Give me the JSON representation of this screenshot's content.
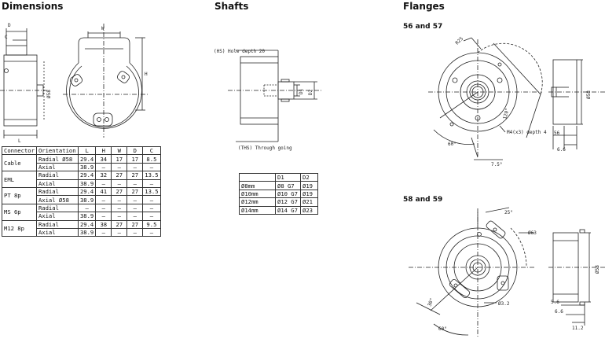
{
  "sections": {
    "dimensions": "Dimensions",
    "shafts": "Shafts",
    "flanges": "Flanges"
  },
  "flange_groups": [
    "56 and 57",
    "58 and 59"
  ],
  "dimensions_drawing": {
    "labels": {
      "d": "D",
      "c": "C",
      "l": "L",
      "w": "W",
      "h": "H",
      "dia": "Ø58"
    }
  },
  "shafts_drawing": {
    "hole_note": "(HS) Hole depth 20",
    "through_note": "(THS) Through going",
    "d1": "D1",
    "d2": "D2"
  },
  "flange_56_57": {
    "labels": {
      "r25": "R25",
      "ang120": "120°",
      "m4": "M4(x3) depth 4",
      "ang60": "60°",
      "ang75": "7.5°",
      "dia58": "Ø58",
      "d56": "56",
      "d66": "6.6"
    }
  },
  "flange_58_59": {
    "labels": {
      "ang25": "25°",
      "dia63": "Ø63",
      "ang30": "30°",
      "ang60": "60°",
      "dia32": "Ø3.2",
      "d56": "5.6",
      "d66": "6.6",
      "d112": "11.2",
      "dia58": "Ø58"
    }
  },
  "dimensions_table": {
    "headers": [
      "Connector",
      "Orientation",
      "L",
      "H",
      "W",
      "D",
      "C"
    ],
    "groups": [
      {
        "connector": "Cable",
        "rows": [
          {
            "orientation": "Radial Ø58",
            "values": [
              "29.4",
              "34",
              "17",
              "17",
              "8.5"
            ]
          },
          {
            "orientation": "Axial",
            "values": [
              "38.9",
              "–",
              "–",
              "–",
              "–"
            ]
          }
        ]
      },
      {
        "connector": "EML",
        "rows": [
          {
            "orientation": "Radial",
            "values": [
              "29.4",
              "32",
              "27",
              "27",
              "13.5"
            ]
          },
          {
            "orientation": "Axial",
            "values": [
              "38.9",
              "–",
              "–",
              "–",
              "–"
            ]
          }
        ]
      },
      {
        "connector": "PT 8p",
        "rows": [
          {
            "orientation": "Radial",
            "values": [
              "29.4",
              "41",
              "27",
              "27",
              "13.5"
            ]
          },
          {
            "orientation": "Axial Ø58",
            "values": [
              "38.9",
              "–",
              "–",
              "–",
              "–"
            ]
          }
        ]
      },
      {
        "connector": "MS 6p",
        "rows": [
          {
            "orientation": "Radial",
            "values": [
              "–",
              "–",
              "–",
              "–",
              "–"
            ]
          },
          {
            "orientation": "Axial",
            "values": [
              "38.9",
              "–",
              "–",
              "–",
              "–"
            ]
          }
        ]
      },
      {
        "connector": "M12 8p",
        "rows": [
          {
            "orientation": "Radial",
            "values": [
              "29.4",
              "38",
              "27",
              "27",
              "9.5"
            ]
          },
          {
            "orientation": "Axial",
            "values": [
              "38.9",
              "–",
              "–",
              "–",
              "–"
            ]
          }
        ]
      }
    ]
  },
  "shafts_table": {
    "headers": [
      "",
      "D1",
      "D2"
    ],
    "rows": [
      [
        "Ø8mm",
        "Ø8 G7",
        "Ø19"
      ],
      [
        "Ø10mm",
        "Ø10 G7",
        "Ø19"
      ],
      [
        "Ø12mm",
        "Ø12 G7",
        "Ø21"
      ],
      [
        "Ø14mm",
        "Ø14 G7",
        "Ø23"
      ]
    ]
  }
}
